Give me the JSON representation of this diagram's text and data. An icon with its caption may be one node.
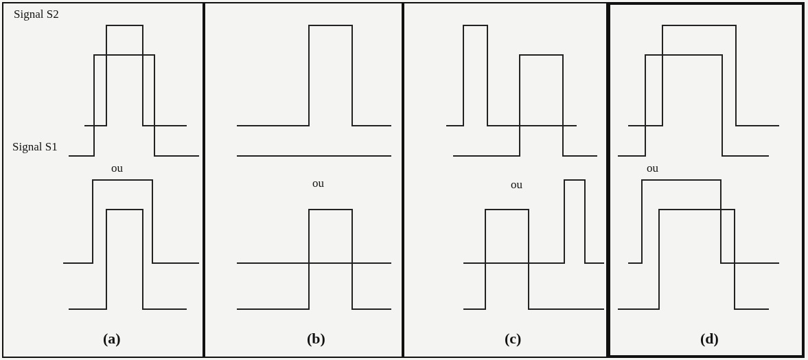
{
  "diagram": {
    "nodes": [
      {
        "text": [
          "Signal S2",
          "Signal S1",
          "ou",
          "(a)"
        ]
      },
      {
        "text": [
          "ou",
          "(b)"
        ]
      },
      {
        "text": [
          "ou",
          "(c)"
        ]
      },
      {
        "text": [
          "ou",
          "(d)"
        ]
      }
    ]
  }
}
